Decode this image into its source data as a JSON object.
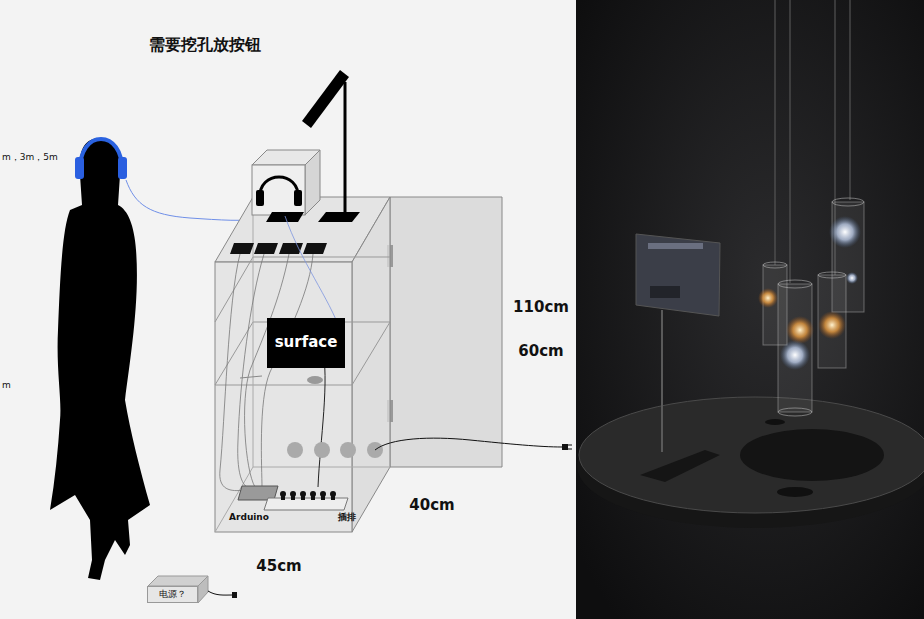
{
  "diagram": {
    "title": "需要挖孔放按钮",
    "nodes": [
      {
        "text": [
          "surface"
        ]
      },
      {
        "text": [
          "电源？"
        ]
      }
    ],
    "labels": [
      "m，3m，5m",
      "m",
      "110cm",
      "60cm",
      "40cm",
      "45cm",
      "Arduino",
      "插排"
    ]
  }
}
